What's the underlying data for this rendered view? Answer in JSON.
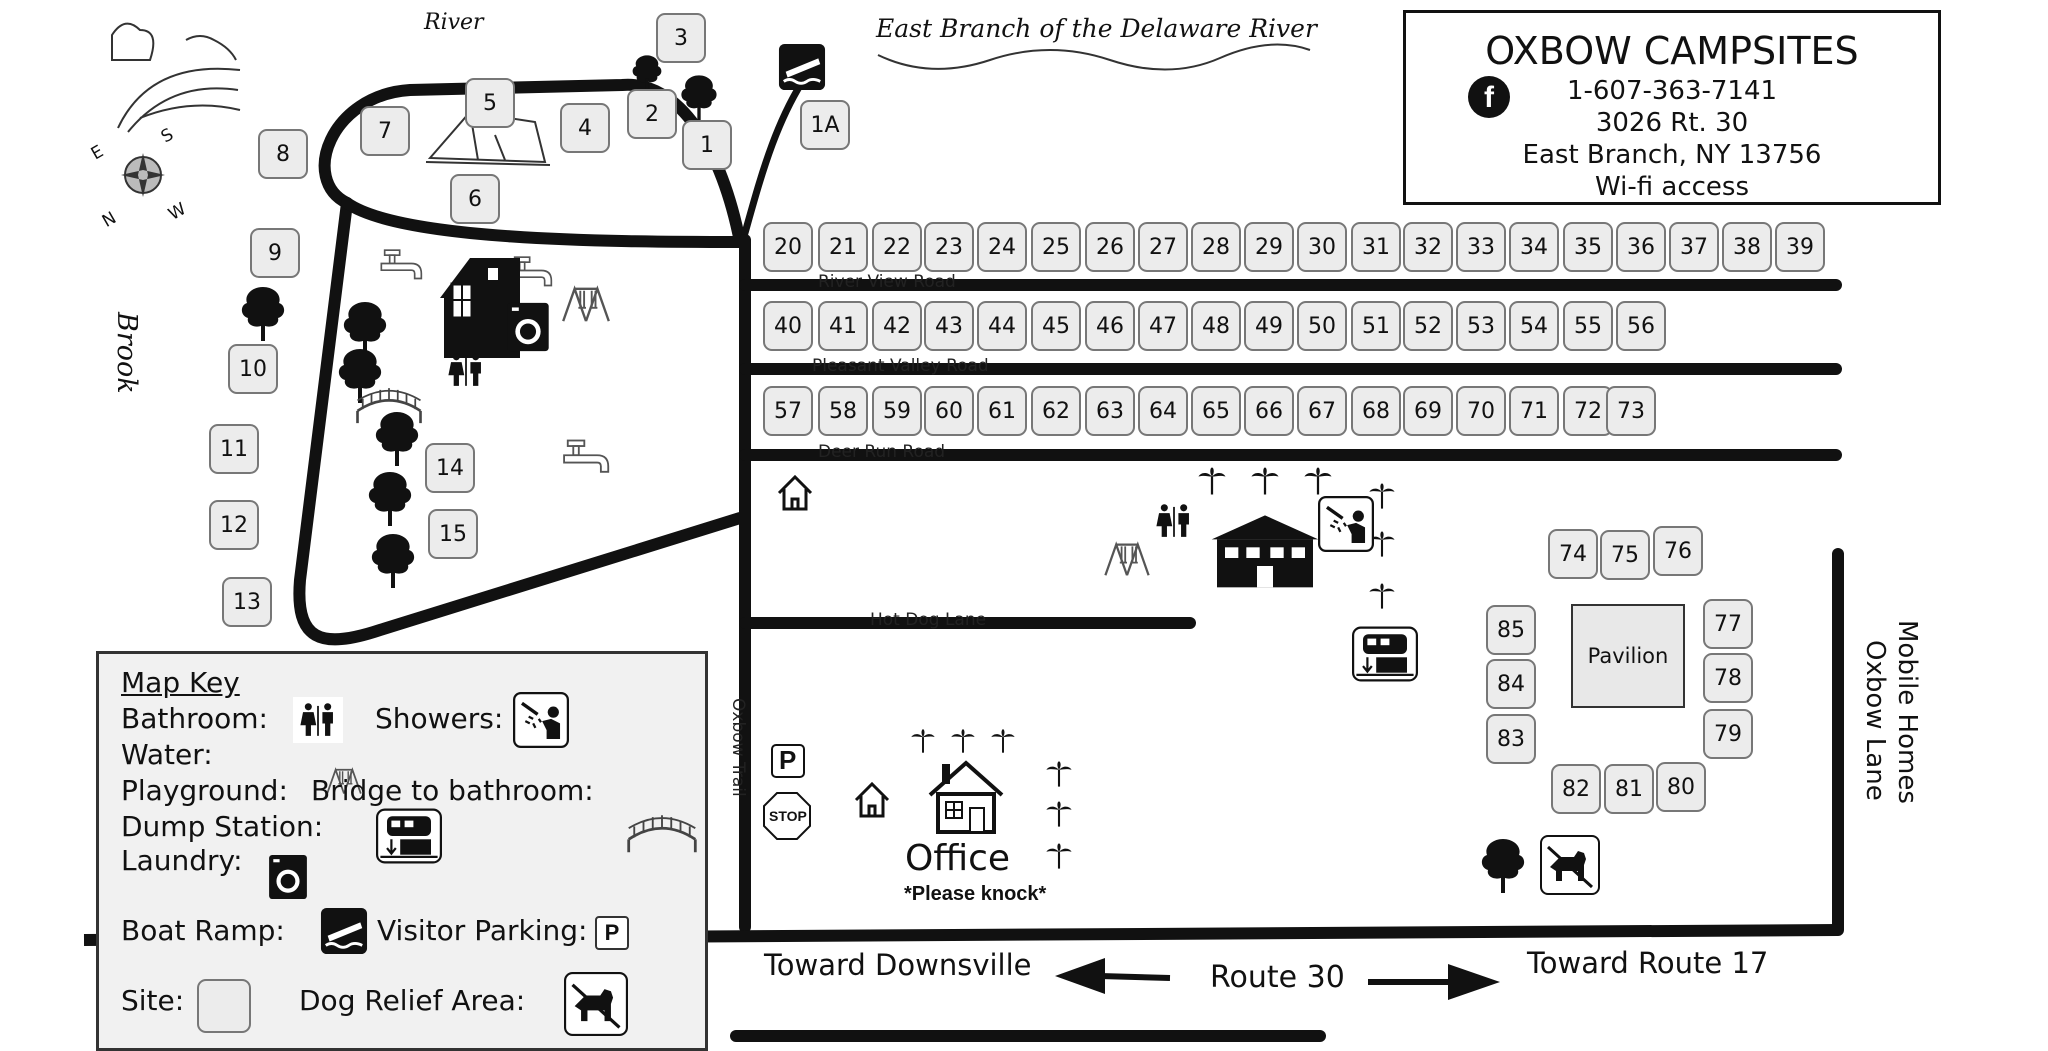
{
  "title": {
    "name": "OXBOW CAMPSITES",
    "phone": "1-607-363-7141",
    "address": "3026 Rt. 30",
    "city": "East Branch, NY 13756",
    "wifi": "Wi-fi access",
    "social_icon": "facebook-icon"
  },
  "water_labels": {
    "river": "River",
    "east_branch": "East Branch of the Delaware River",
    "brook": "Brook"
  },
  "compass": {
    "n": "N",
    "s": "S",
    "e": "E",
    "w": "W"
  },
  "roads": {
    "river_view": "River View Road",
    "pleasant_valley": "Pleasant Valley Road",
    "deer_run": "Deer Run Road",
    "hot_dog": "Hot Dog Lane",
    "oxbow_trail": "Oxbow Trail",
    "oxbow_lane": "Oxbow Lane",
    "mobile_homes": "Mobile Homes",
    "route": "Route 30",
    "toward_downsville": "Toward Downsville",
    "toward_route17": "Toward Route 17"
  },
  "office": {
    "label": "Office",
    "note": "*Please knock*"
  },
  "pavilion": "Pavilion",
  "parking_symbol": "P",
  "stop_sign": "STOP",
  "sites": {
    "loop": [
      "1",
      "2",
      "3",
      "4",
      "5",
      "6",
      "7",
      "8",
      "9",
      "10",
      "11",
      "12",
      "13",
      "14",
      "15",
      "1A"
    ],
    "row1": [
      "20",
      "21",
      "22",
      "23",
      "24",
      "25",
      "26",
      "27",
      "28",
      "29",
      "30",
      "31",
      "32",
      "33",
      "34",
      "35",
      "36",
      "37",
      "38",
      "39"
    ],
    "row2": [
      "40",
      "41",
      "42",
      "43",
      "44",
      "45",
      "46",
      "47",
      "48",
      "49",
      "50",
      "51",
      "52",
      "53",
      "54",
      "55",
      "56"
    ],
    "row3": [
      "57",
      "58",
      "59",
      "60",
      "61",
      "62",
      "63",
      "64",
      "65",
      "66",
      "67",
      "68",
      "69",
      "70",
      "71",
      "72",
      "73"
    ],
    "pavilion_area": [
      "74",
      "75",
      "76",
      "77",
      "78",
      "79",
      "80",
      "81",
      "82",
      "83",
      "84",
      "85"
    ]
  },
  "key": {
    "title": "Map Key",
    "bathroom": "Bathroom:",
    "showers": "Showers:",
    "water": "Water:",
    "playground": "Playground:",
    "bridge": "Bridge to bathroom:",
    "dump": "Dump Station:",
    "laundry": "Laundry:",
    "boat_ramp": "Boat Ramp:",
    "visitor_parking": "Visitor Parking:",
    "site": "Site:",
    "dog_relief": "Dog Relief Area:"
  },
  "icons": [
    "tree-icon",
    "tent-icon",
    "water-faucet-icon",
    "bathroom-icon",
    "shower-icon",
    "playground-icon",
    "bridge-icon",
    "dump-station-icon",
    "laundry-icon",
    "boat-ramp-icon",
    "parking-icon",
    "dog-relief-icon",
    "house-icon",
    "compass-icon",
    "stop-sign-icon",
    "arrow-left-icon",
    "arrow-right-icon"
  ],
  "colors": {
    "ink": "#111111",
    "site_fill": "#ececec",
    "key_fill": "#f1f1f1"
  }
}
